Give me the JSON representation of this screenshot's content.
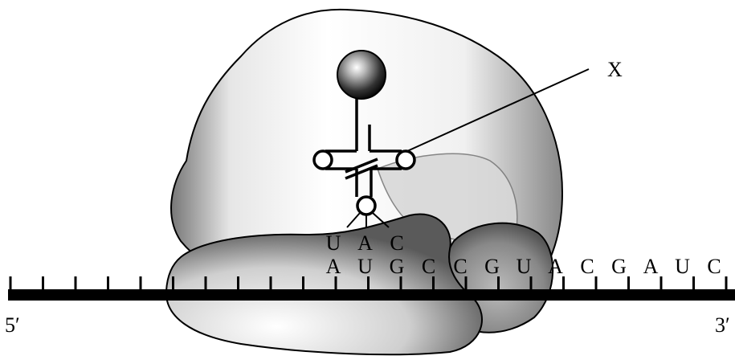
{
  "diagram": {
    "label_x": "X",
    "end_5": "5′",
    "end_3": "3′",
    "anticodon": [
      "U",
      "A",
      "C"
    ],
    "mrna_bases": [
      "A",
      "U",
      "G",
      "C",
      "C",
      "G",
      "U",
      "A",
      "C",
      "G",
      "A",
      "U",
      "C"
    ],
    "colors": {
      "ink": "#000000",
      "background": "#ffffff"
    }
  }
}
